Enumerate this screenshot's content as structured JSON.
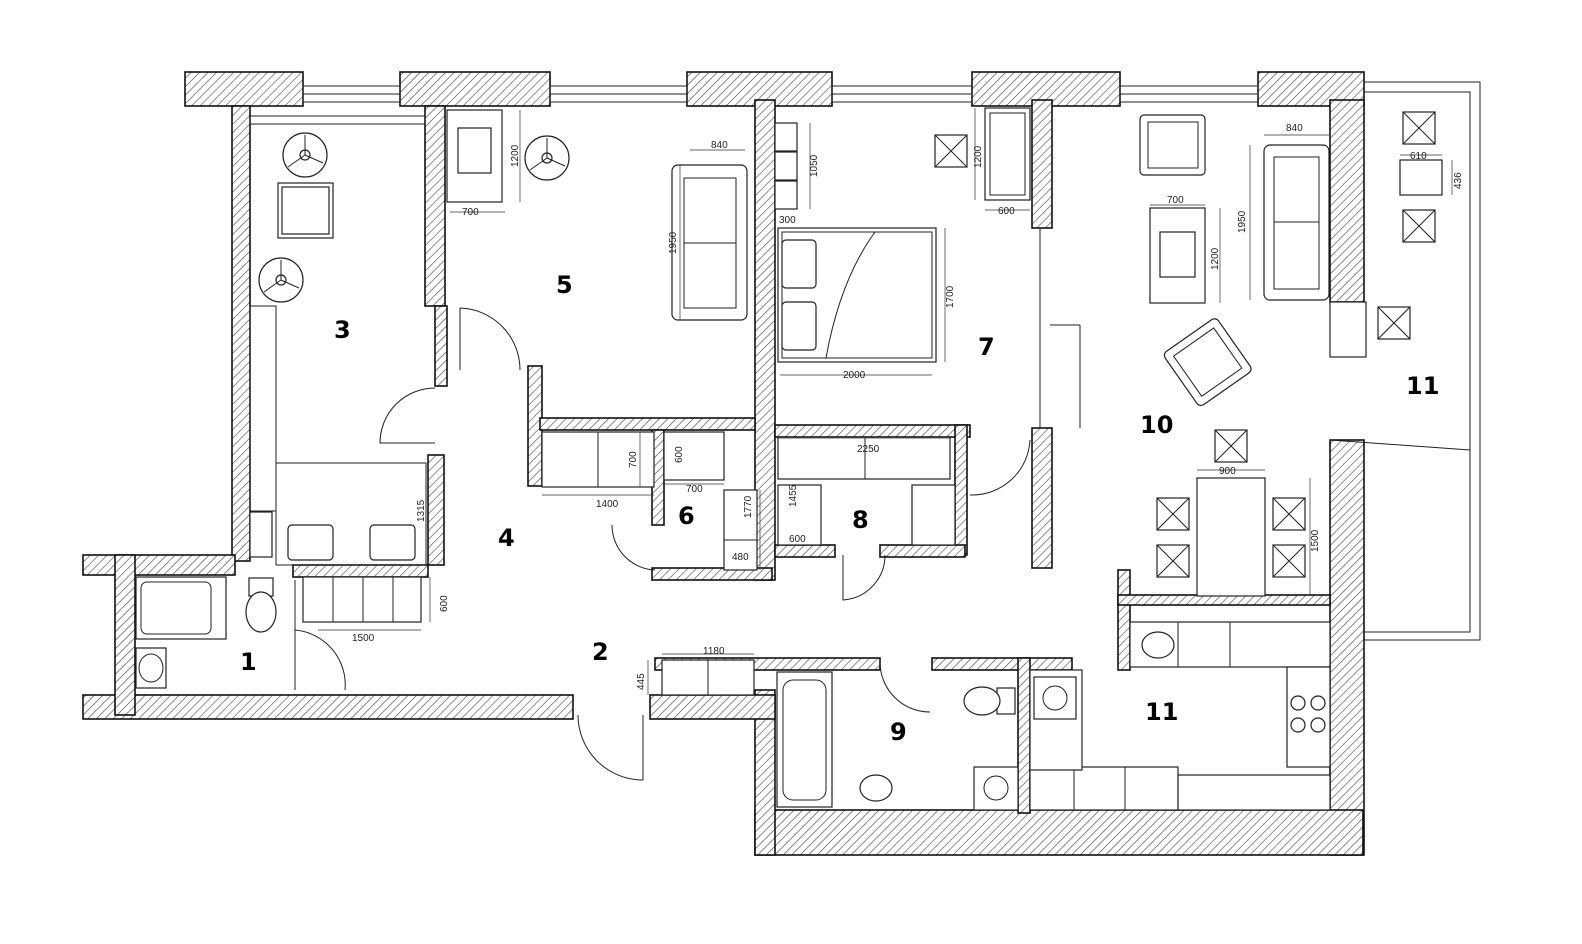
{
  "rooms": [
    {
      "id": "r1",
      "label": "1"
    },
    {
      "id": "r2",
      "label": "2"
    },
    {
      "id": "r3",
      "label": "3"
    },
    {
      "id": "r4",
      "label": "4"
    },
    {
      "id": "r5",
      "label": "5"
    },
    {
      "id": "r6",
      "label": "6"
    },
    {
      "id": "r7",
      "label": "7"
    },
    {
      "id": "r8",
      "label": "8"
    },
    {
      "id": "r9",
      "label": "9"
    },
    {
      "id": "r10",
      "label": "10"
    },
    {
      "id": "r11a",
      "label": "11"
    },
    {
      "id": "r11b",
      "label": "11"
    }
  ],
  "dimensions": {
    "d700a": "700",
    "d1200a": "1200",
    "d840a": "840",
    "d1950a": "1950",
    "d1050": "1050",
    "d300": "300",
    "d1200b": "1200",
    "d600a": "600",
    "d1700": "1700",
    "d2000": "2000",
    "d700b": "700",
    "d1200c": "1200",
    "d840b": "840",
    "d1950b": "1950",
    "d610": "610",
    "d436": "436",
    "d700c": "700",
    "d1400": "1400",
    "d600b": "600",
    "d700d": "700",
    "d1770": "1770",
    "d480": "480",
    "d2250": "2250",
    "d1455": "1455",
    "d600c": "600",
    "d900": "900",
    "d1500a": "1500",
    "d1315": "1315",
    "d600d": "600",
    "d1500b": "1500",
    "d1180": "1180",
    "d445": "445"
  }
}
